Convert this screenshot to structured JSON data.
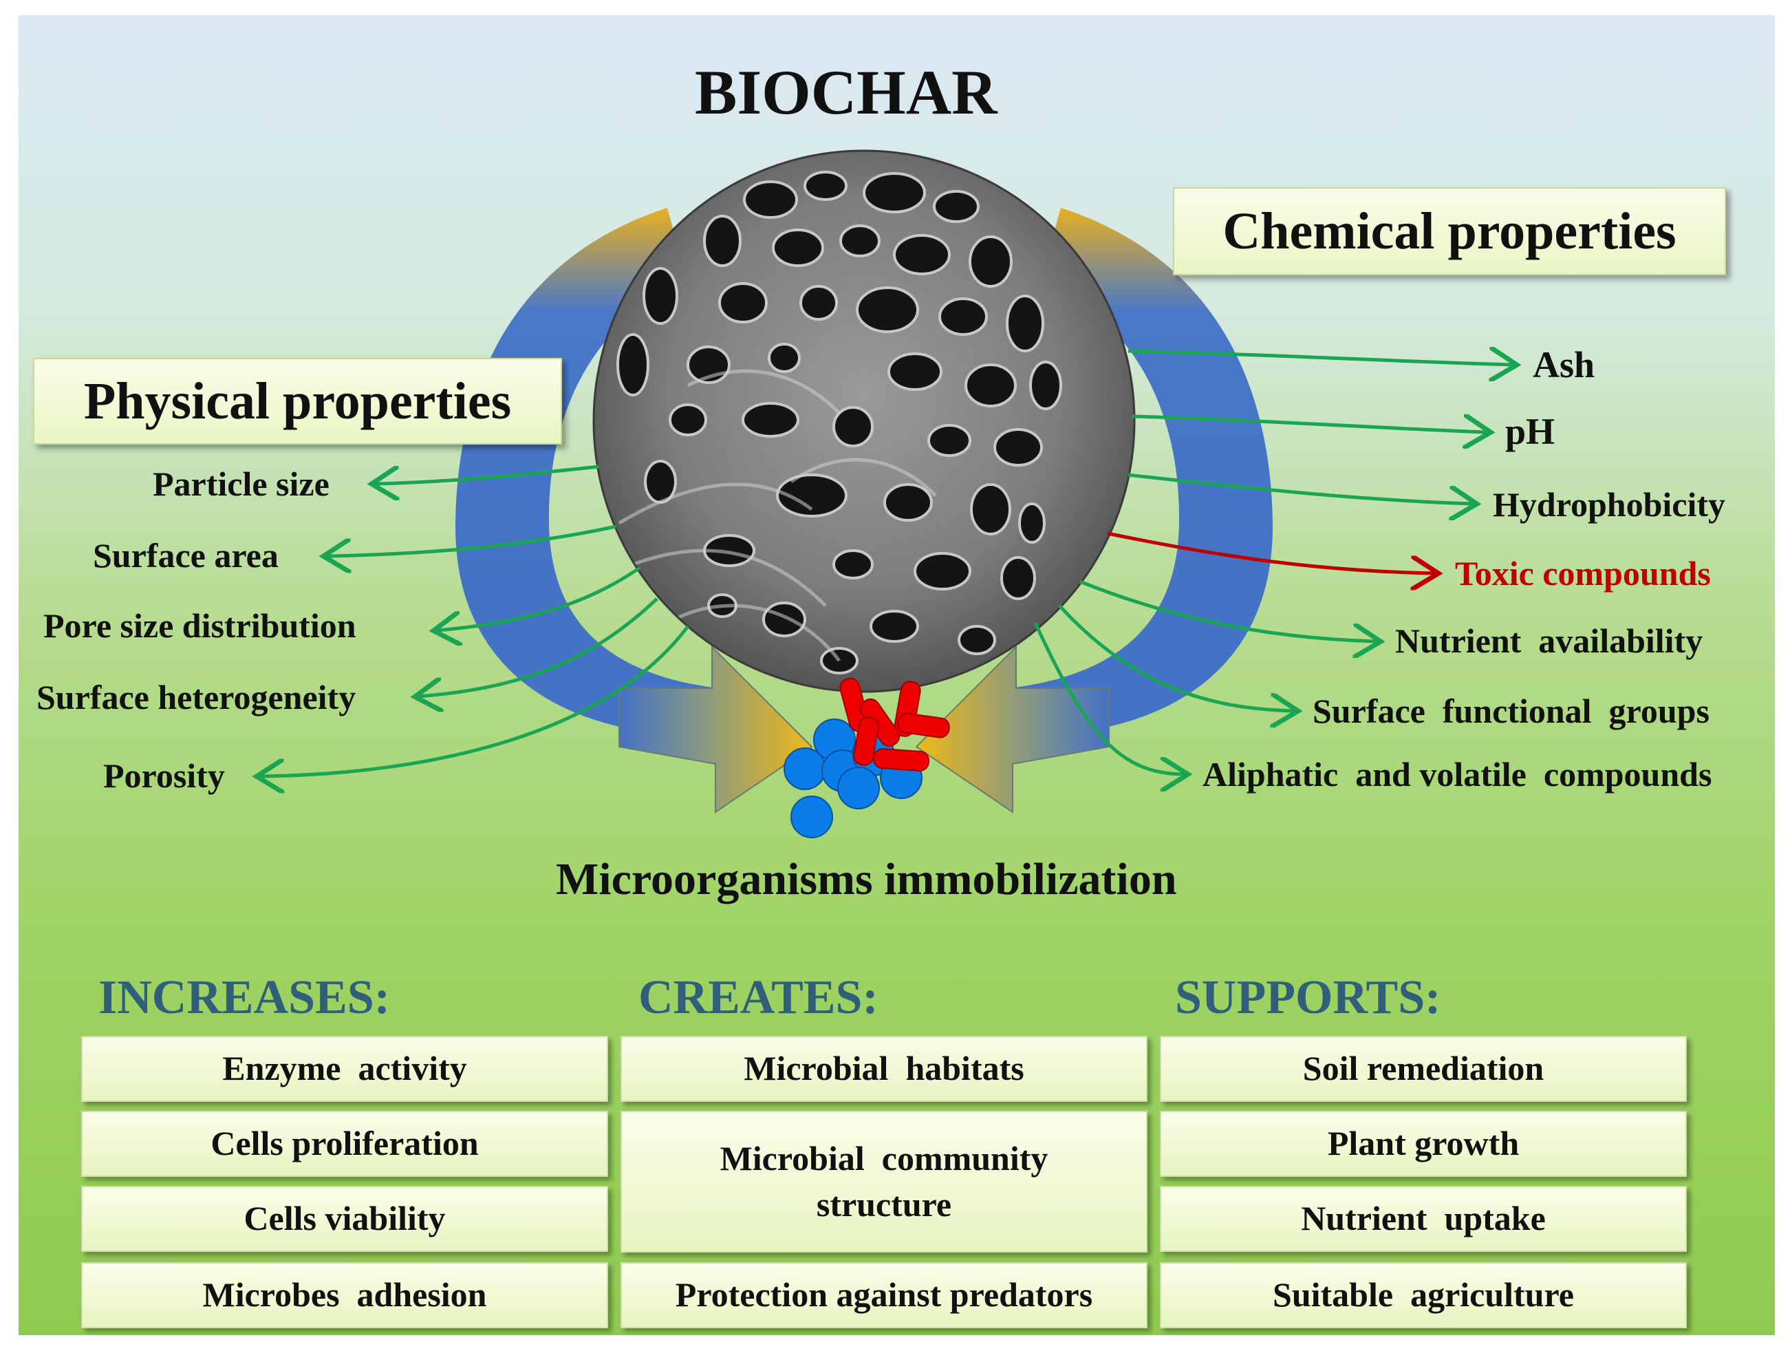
{
  "title": "BIOCHAR",
  "physical": {
    "heading": "Physical properties",
    "items": [
      "Particle size",
      "Surface area",
      "Pore size distribution",
      "Surface heterogeneity",
      "Porosity"
    ]
  },
  "chemical": {
    "heading": "Chemical properties",
    "items": [
      "Ash",
      "pH",
      "Hydrophobicity",
      "Toxic compounds",
      "Nutrient  availability",
      "Surface  functional  groups",
      "Aliphatic  and volatile  compounds"
    ]
  },
  "center_label": "Microorganisms immobilization",
  "columns": [
    {
      "heading": "INCREASES:",
      "items": [
        "Enzyme  activity",
        "Cells proliferation",
        "Cells viability",
        "Microbes  adhesion"
      ]
    },
    {
      "heading": "CREATES:",
      "items": [
        "Microbial  habitats",
        "Microbial  community structure",
        "Protection against predators"
      ]
    },
    {
      "heading": "SUPPORTS:",
      "items": [
        "Soil remediation",
        "Plant growth",
        "Nutrient  uptake",
        "Suitable  agriculture"
      ]
    }
  ],
  "colors": {
    "arrow_green": "#1aa552",
    "arrow_red": "#c00000",
    "toxic_text": "#c00000",
    "ring_blue": "#4472c4",
    "ring_gold": "#e8b020",
    "bacteria_red": "#ee0000",
    "cells_blue": "#0b7de6",
    "category_text": "#2f5f7a"
  }
}
